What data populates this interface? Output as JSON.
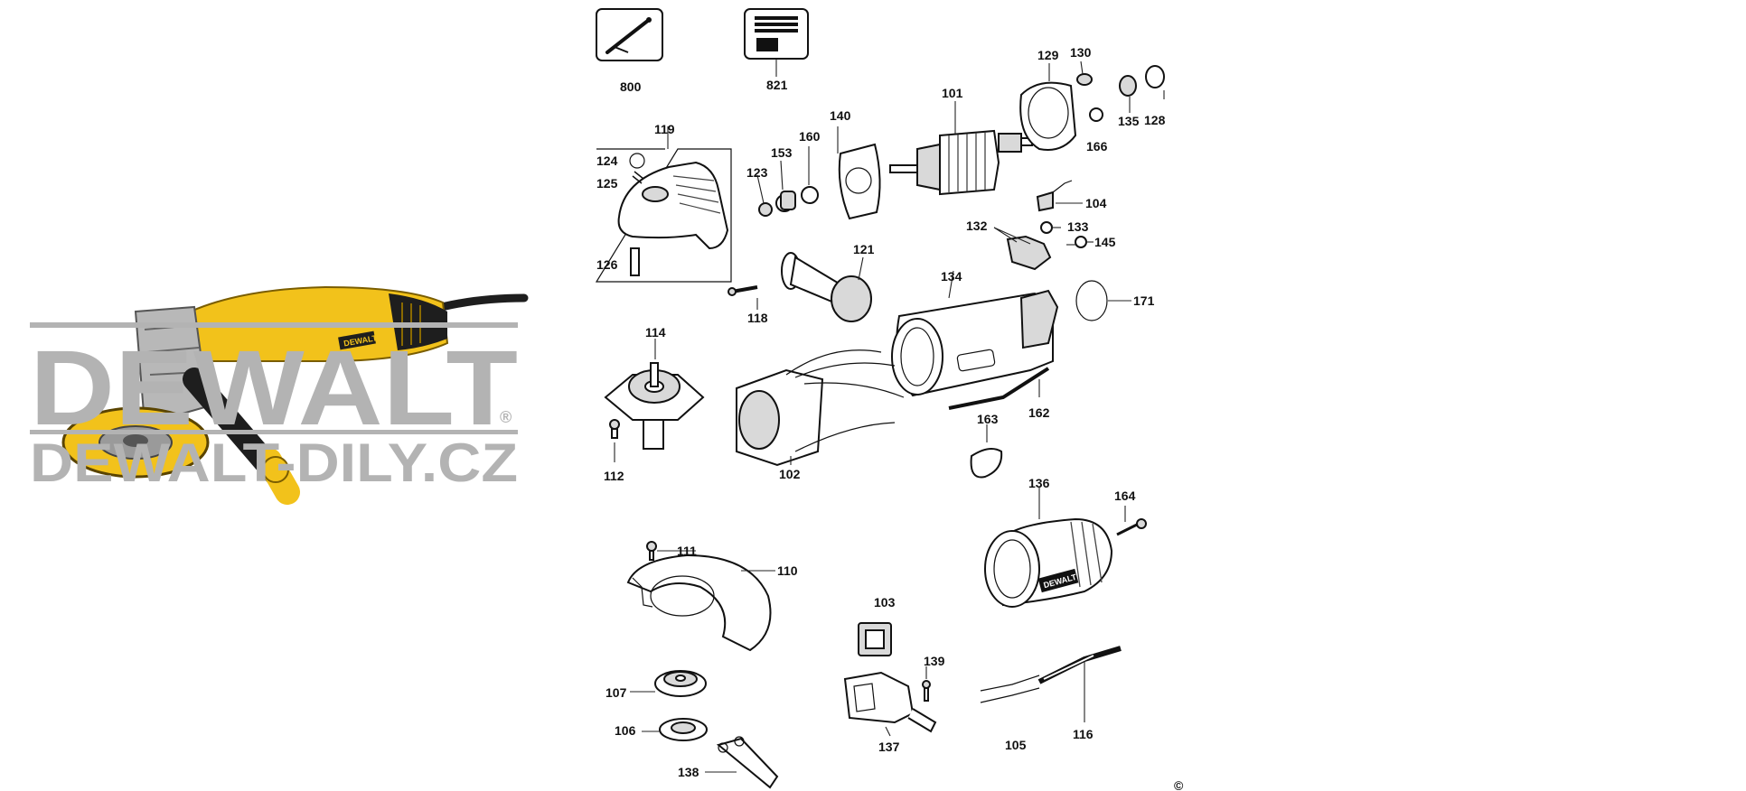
{
  "watermark": {
    "brand": "DEWALT",
    "registered": "®",
    "site": "DEWALT-DILY.CZ"
  },
  "product_photo": {
    "badge": "DEWALT",
    "colors": {
      "body": "#f2c21b",
      "dark": "#1e1e1e",
      "metal": "#b8b8b8",
      "watermark": "#b3b3b3"
    }
  },
  "diagram": {
    "copyright": "©",
    "parts": {
      "p800": "800",
      "p821": "821",
      "p119": "119",
      "p124": "124",
      "p125": "125",
      "p126": "126",
      "p123": "123",
      "p153": "153",
      "p160": "160",
      "p140": "140",
      "p101": "101",
      "p129": "129",
      "p130": "130",
      "p135": "135",
      "p128": "128",
      "p166": "166",
      "p104": "104",
      "p132": "132",
      "p133": "133",
      "p145": "145",
      "p121": "121",
      "p118": "118",
      "p134": "134",
      "p171": "171",
      "p114": "114",
      "p112": "112",
      "p102": "102",
      "p162": "162",
      "p163": "163",
      "p136": "136",
      "p164": "164",
      "p111": "111",
      "p110": "110",
      "p103": "103",
      "p139": "139",
      "p137": "137",
      "p107": "107",
      "p106": "106",
      "p138": "138",
      "p105": "105",
      "p116": "116"
    },
    "housing_badge": "DEWALT"
  }
}
